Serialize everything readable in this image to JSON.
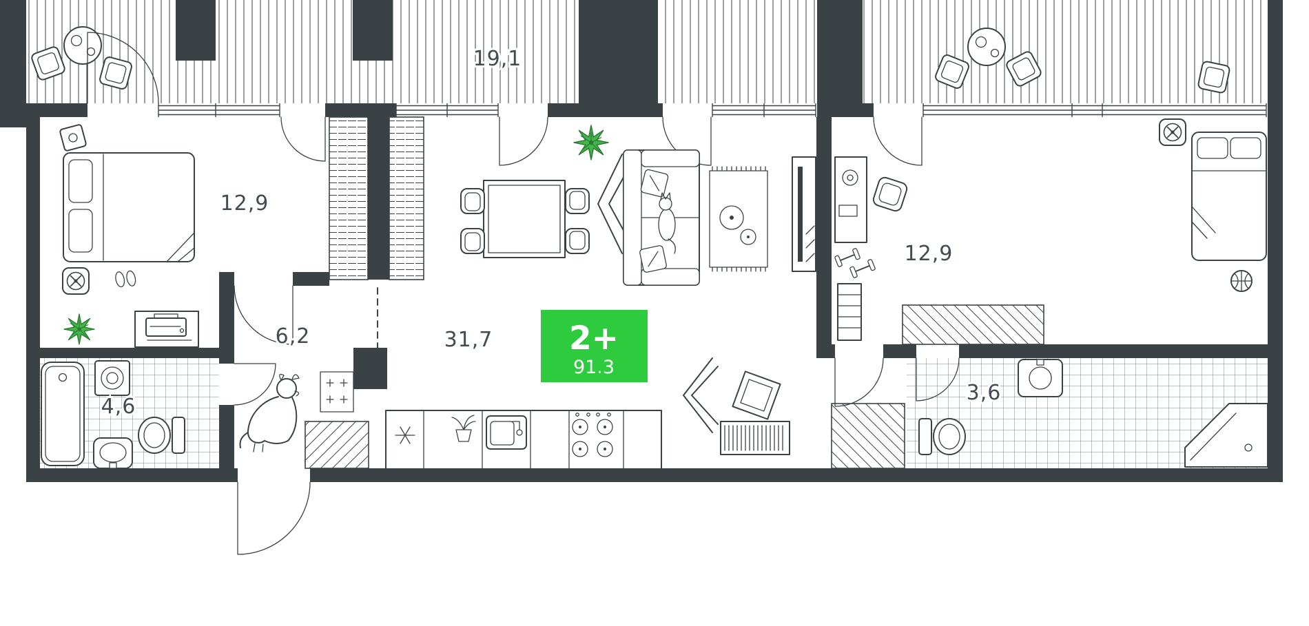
{
  "page": {
    "background": "#ffffff"
  },
  "plan": {
    "type": "apartment-floor-plan",
    "badge": {
      "rooms": "2+",
      "area": "91.3"
    },
    "rooms": {
      "balcony": {
        "name": "balcony",
        "area_label": "19,1"
      },
      "bedroom_left": {
        "name": "bedroom",
        "area_label": "12,9"
      },
      "hallway": {
        "name": "hallway",
        "area_label": "6,2"
      },
      "living_kitchen": {
        "name": "living-kitchen",
        "area_label": "31,7"
      },
      "bedroom_right": {
        "name": "bedroom",
        "area_label": "12,9"
      },
      "bathroom_left": {
        "name": "bathroom",
        "area_label": "4,6"
      },
      "bathroom_right": {
        "name": "bathroom",
        "area_label": "3,6"
      }
    },
    "colors": {
      "walls": "#3b4246",
      "lines": "#3b4246",
      "labels": "#434c51",
      "badge_background": "#2ecb3e",
      "badge_text": "#ffffff",
      "plant_green": "#43b649",
      "floor": "#ffffff"
    },
    "furniture_icons": [
      "round-table",
      "patio-chair",
      "coffee-cups",
      "double-bed",
      "nightstand-lamp",
      "ventilation-fan",
      "slippers",
      "potted-plant",
      "desk-with-printer",
      "wardrobe",
      "dining-table",
      "dining-chair",
      "sofa",
      "cat",
      "folding-screen",
      "rug",
      "coffee-table",
      "tv-console",
      "kitchen-counter",
      "fridge-marker",
      "herb-pot",
      "kitchen-sink",
      "cooktop",
      "bathtub",
      "washing-machine",
      "toilet",
      "washbasin",
      "dog",
      "entrance-door",
      "single-bed",
      "work-desk",
      "desk-chair",
      "dumbbells",
      "towel-ladder",
      "basketball",
      "shower-corner",
      "sideboard",
      "storage-box",
      "electric-panel"
    ]
  }
}
